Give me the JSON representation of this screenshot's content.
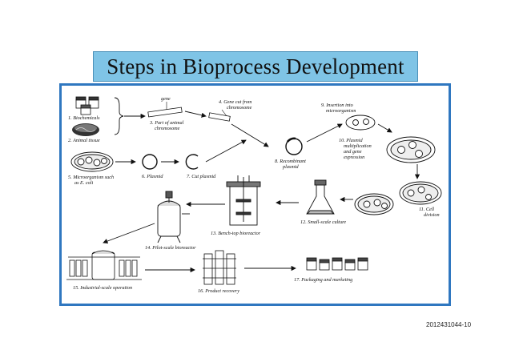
{
  "title": "Steps in Bioprocess Development",
  "footer_code": "2012431044-10",
  "steps": {
    "gene": "gene",
    "s1": "1. Biochemicals",
    "s2": "2. Animal tissue",
    "s3a": "3. Part of animal",
    "s3b": "chromosome",
    "s4a": "4. Gene cut from",
    "s4b": "chromosome",
    "s5a": "5. Microorganism such",
    "s5b": "as E. coli",
    "s6": "6. Plasmid",
    "s7": "7. Cut plasmid",
    "s8a": "8. Recombinant",
    "s8b": "plasmid",
    "s9a": "9. Insertion into",
    "s9b": "microorganism",
    "s10a": "10. Plasmid",
    "s10b": "multiplication",
    "s10c": "and gene",
    "s10d": "expression",
    "s11a": "11. Cell",
    "s11b": "division",
    "s12": "12. Small-scale culture",
    "s13": "13. Bench-top bioreactor",
    "s14": "14. Pilot-scale bioreactor",
    "s15": "15. Industrial-scale operation",
    "s16": "16. Product recovery",
    "s17": "17. Packaging and marketing"
  }
}
